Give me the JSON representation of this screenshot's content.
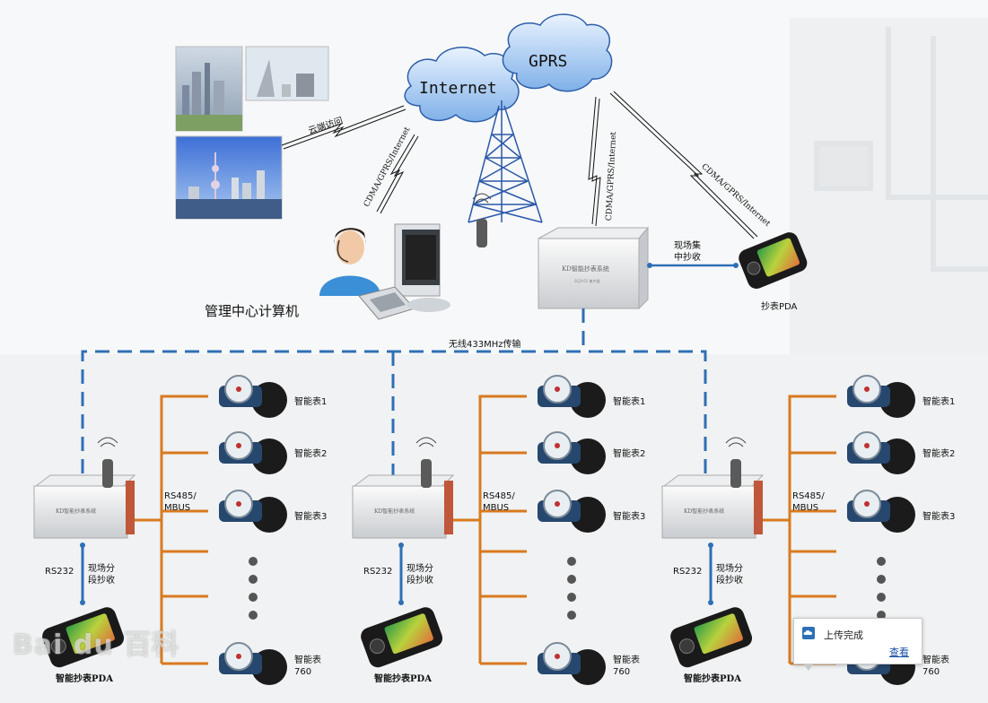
{
  "clouds": {
    "internet": "Internet",
    "gprs": "GPRS"
  },
  "links": {
    "cloud_access": "云端访问",
    "cdma_left": "CDMA/GPRS/Internet",
    "cdma_mid": "CDMA/GPRS/Internet",
    "cdma_right": "CDMA/GPRS/Internet",
    "wireless": "无线433MHz传输"
  },
  "center": {
    "computer_label": "管理中心计算机",
    "concentrator_title": "KD智能抄表系统",
    "field_collect": "现场集\n中抄收",
    "pda_label": "抄表PDA"
  },
  "groups": [
    {
      "device_title": "KD智能抄表系统",
      "bus": "RS485/\nMBUS",
      "rs232": "RS232",
      "segment": "现场分\n段抄收",
      "pda": "智能抄表PDA",
      "meters": [
        "智能表1",
        "智能表2",
        "智能表3",
        "智能表\n760"
      ]
    },
    {
      "device_title": "KD智能抄表系统",
      "bus": "RS485/\nMBUS",
      "rs232": "RS232",
      "segment": "现场分\n段抄收",
      "pda": "智能抄表PDA",
      "meters": [
        "智能表1",
        "智能表2",
        "智能表3",
        "智能表\n760"
      ]
    },
    {
      "device_title": "KD智能抄表系统",
      "bus": "RS485/\nMBUS",
      "rs232": "RS232",
      "segment": "现场分\n段抄收",
      "pda": "智能抄表PDA",
      "meters": [
        "智能表1",
        "智能表2",
        "智能表3",
        "智能表\n760"
      ]
    }
  ],
  "toast": {
    "title": "上传完成",
    "link": "查看"
  },
  "watermark": "Bai du 百科",
  "colors": {
    "bus": "#d97a1f",
    "wireless": "#2f6fb5",
    "link": "#1a4fa3"
  }
}
